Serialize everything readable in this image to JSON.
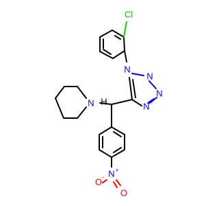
{
  "colors": {
    "carbon": "#000000",
    "nitrogen": "#0000ff",
    "oxygen": "#ff0000",
    "chlorine": "#00cc00"
  },
  "atoms": {
    "cl": "Cl",
    "n_tz1": "N",
    "n_tz2": "N",
    "n_tz3": "N",
    "n_tz4": "N",
    "n_pip": "N",
    "h": "H",
    "n_nitro": "N",
    "nitro_plus": "+",
    "o_top": "O",
    "o_minus": "-",
    "o_side": "O"
  }
}
